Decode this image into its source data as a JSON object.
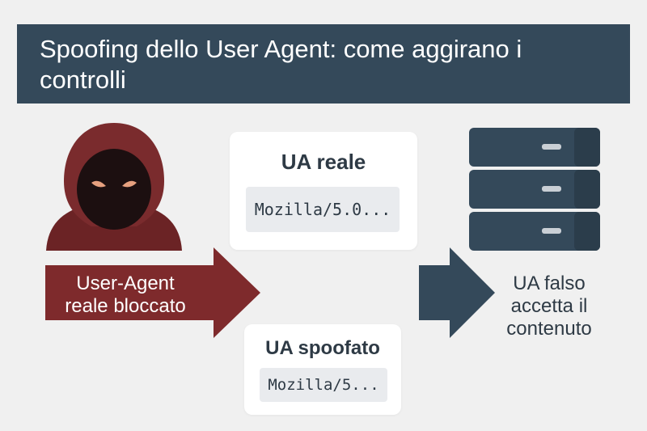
{
  "header": {
    "title": "Spoofing dello User Agent: come aggirano i controlli"
  },
  "left": {
    "label": "User-Agent reale bloccato"
  },
  "cards": {
    "real": {
      "heading": "UA reale",
      "code": "Mozilla/5.0..."
    },
    "spoofed": {
      "heading": "UA spoofato",
      "code": "Mozilla/5..."
    }
  },
  "right": {
    "label": "UA falso accetta il contenuto"
  },
  "colors": {
    "banner": "#34495a",
    "arrow_red": "#7e2a2c",
    "arrow_dark": "#34495a",
    "server": "#34495a",
    "hood": "#6b2325"
  },
  "icons": {
    "hacker": "hooded-hacker-icon",
    "server": "server-rack-icon"
  }
}
